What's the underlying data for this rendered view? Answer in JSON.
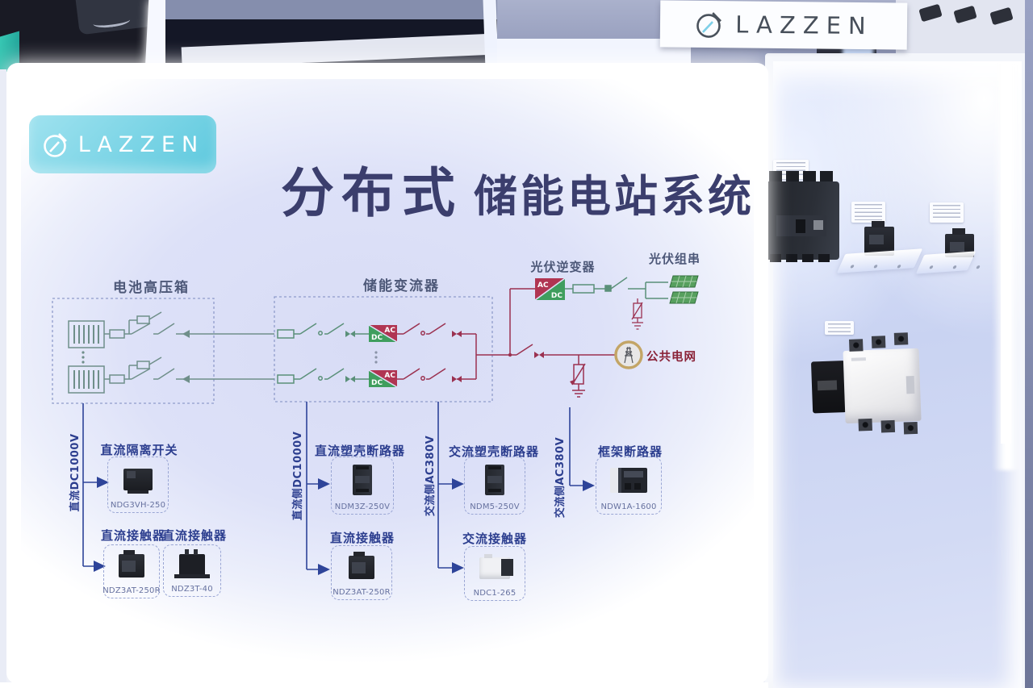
{
  "signage": {
    "hall_sign_brand": "LAZZEN",
    "board_logo_brand": "LAZZEN"
  },
  "board": {
    "title_primary": "分布式",
    "title_secondary": "储能电站系统"
  },
  "diagram": {
    "battery_box_label": "电池高压箱",
    "converter_label": "储能变流器",
    "pv_inverter_label": "光伏逆变器",
    "pv_string_label": "光伏组串",
    "grid_label": "公共电网",
    "converter_dc": "DC",
    "converter_ac": "AC",
    "inverter_ac": "AC",
    "inverter_dc": "DC"
  },
  "callouts": {
    "columns": [
      {
        "bus_label": "直流DC1000V",
        "products": [
          {
            "heading": "直流隔离开关",
            "model": "NDG3VH-250"
          },
          {
            "heading": "直流接触器",
            "model": "NDZ3AT-250R"
          },
          {
            "heading": "直流接触器",
            "model": "NDZ3T-40"
          }
        ]
      },
      {
        "bus_label": "直流侧DC1000V",
        "products": [
          {
            "heading": "直流塑壳断路器",
            "model": "NDM3Z-250V"
          },
          {
            "heading": "直流接触器",
            "model": "NDZ3AT-250R"
          }
        ]
      },
      {
        "bus_label": "交流侧AC380V",
        "products": [
          {
            "heading": "交流塑壳断路器",
            "model": "NDM5-250V"
          },
          {
            "heading": "交流接触器",
            "model": "NDC1-265"
          }
        ]
      },
      {
        "bus_label": "交流侧AC380V",
        "products": [
          {
            "heading": "框架断路器",
            "model": "NDW1A-1600"
          }
        ]
      }
    ]
  },
  "colors": {
    "brand_cyan": "#6fcbdf",
    "title_navy": "#3b3e6d",
    "label_blue": "#2c3e8f",
    "dc_green": "#3f9e5e",
    "ac_red": "#9b3150",
    "line_teal": "#6f8f8a",
    "grid_gold": "#c3a566",
    "grid_label_red": "#8a2338"
  }
}
